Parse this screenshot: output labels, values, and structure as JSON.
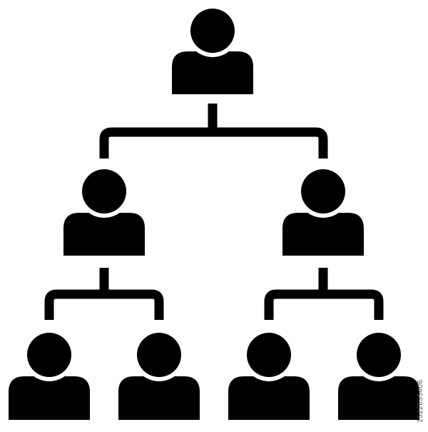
{
  "diagram": {
    "type": "org-chart",
    "levels": [
      1,
      2,
      4
    ],
    "icon": "person-icon",
    "connector_color": "#000000",
    "icon_color": "#000000",
    "background": "#ffffff"
  },
  "watermark": {
    "stock_id": "1522635406"
  }
}
